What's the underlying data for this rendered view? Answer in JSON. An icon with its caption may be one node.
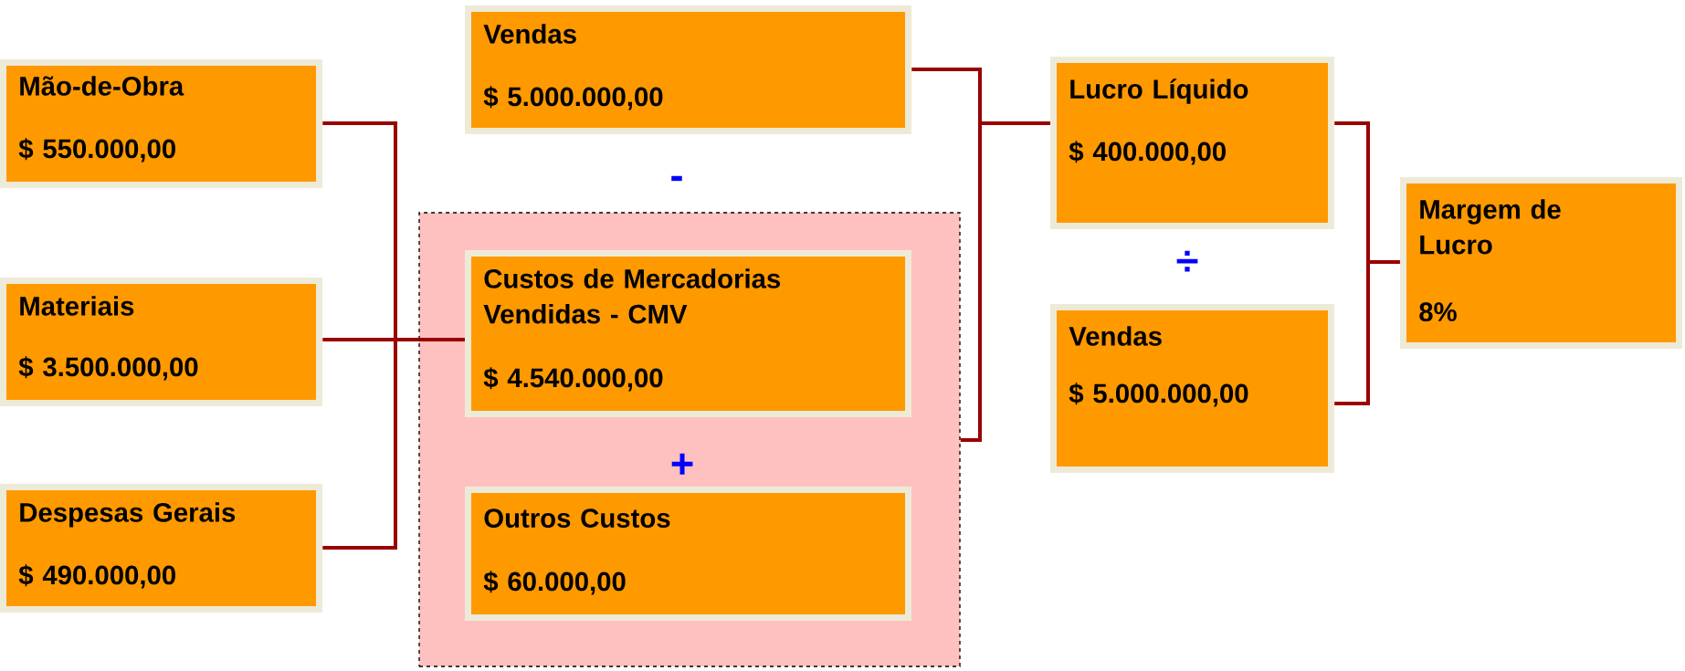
{
  "diagram": {
    "nodes": [
      {
        "text": [
          "Mão-de-Obra",
          "$ 550.000,00"
        ]
      },
      {
        "text": [
          "Materiais",
          "$ 3.500.000,00"
        ]
      },
      {
        "text": [
          "Despesas Gerais",
          "$ 490.000,00"
        ]
      },
      {
        "text": [
          "Vendas",
          "$ 5.000.000,00"
        ]
      },
      {
        "text": [],
        "shape": "box"
      },
      {
        "text": [
          "Custos de Mercadorias Vendidas - CMV",
          "$ 4.540.000,00"
        ],
        "in": 4
      },
      {
        "text": [
          "Outros Custos",
          "$ 60.000,00"
        ],
        "in": 4
      },
      {
        "text": [
          "Lucro Líquido",
          "$ 400.000,00"
        ]
      },
      {
        "text": [
          "Vendas",
          "$ 5.000.000,00"
        ]
      },
      {
        "text": [
          "Margem de Lucro",
          "8%"
        ]
      }
    ],
    "edges": [
      {
        "from": 0,
        "to": 5,
        "arrow": "none"
      },
      {
        "from": 1,
        "to": 5,
        "arrow": "none"
      },
      {
        "from": 2,
        "to": 5,
        "arrow": "none"
      },
      {
        "from": 3,
        "to": 7,
        "arrow": "none"
      },
      {
        "from": 4,
        "to": 7,
        "arrow": "none"
      },
      {
        "from": 7,
        "to": 9,
        "arrow": "none"
      },
      {
        "from": 8,
        "to": 9,
        "arrow": "none"
      }
    ],
    "labels": [
      "-",
      "+",
      "÷"
    ]
  }
}
